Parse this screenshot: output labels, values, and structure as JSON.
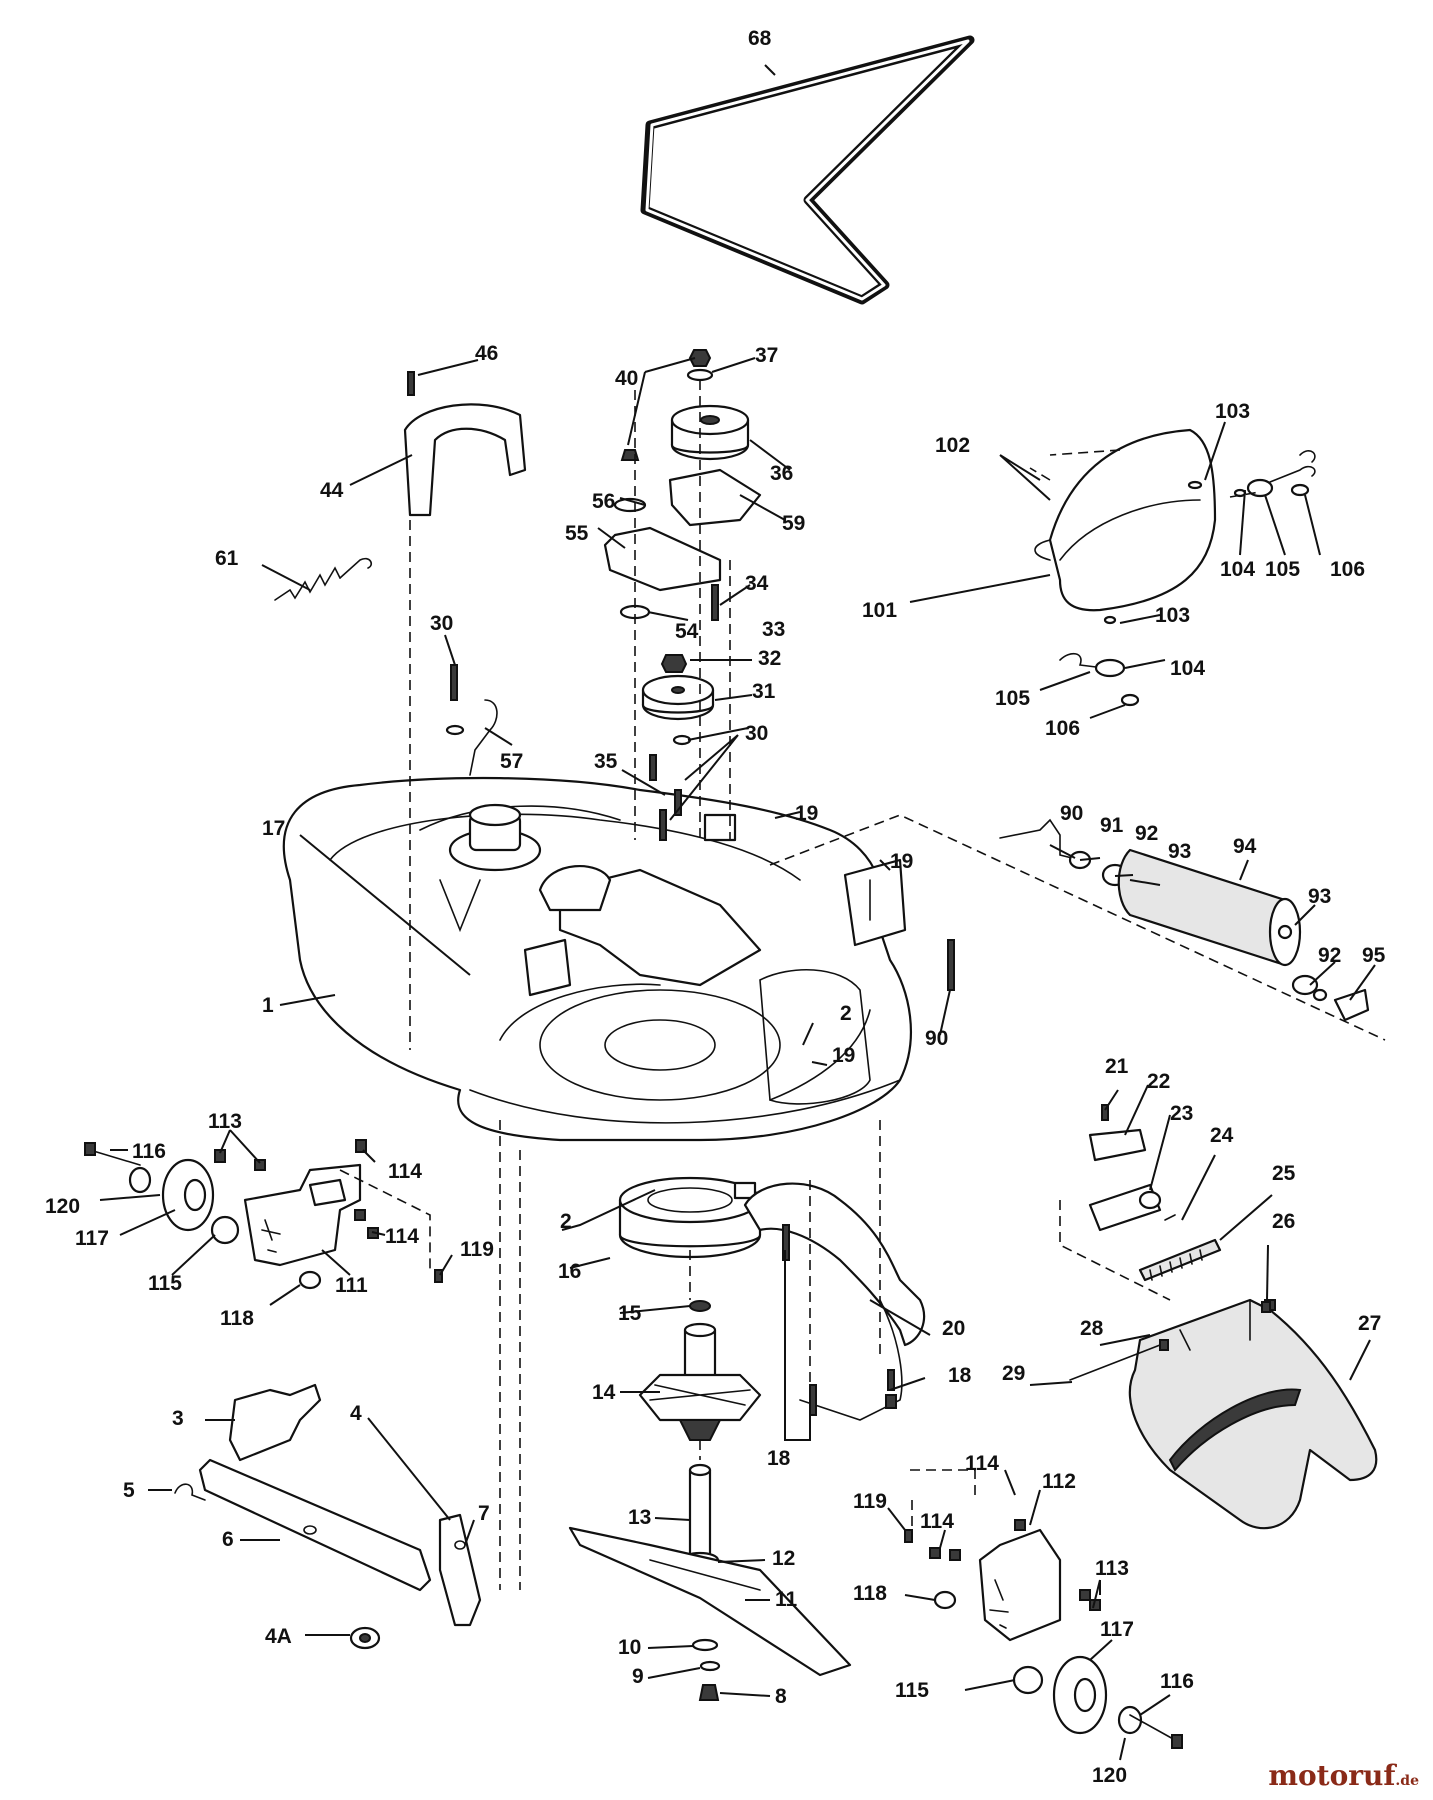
{
  "diagram": {
    "callouts": [
      "68",
      "46",
      "40",
      "37",
      "36",
      "59",
      "56",
      "55",
      "34",
      "54",
      "33",
      "32",
      "31",
      "30",
      "35",
      "102",
      "103",
      "101",
      "104",
      "105",
      "106",
      "44",
      "61",
      "57",
      "17",
      "19",
      "90",
      "91",
      "92",
      "93",
      "94",
      "95",
      "1",
      "2",
      "21",
      "22",
      "23",
      "24",
      "25",
      "26",
      "113",
      "116",
      "114",
      "120",
      "117",
      "119",
      "115",
      "111",
      "118",
      "16",
      "15",
      "14",
      "20",
      "18",
      "27",
      "28",
      "29",
      "3",
      "4",
      "5",
      "6",
      "7",
      "4A",
      "13",
      "12",
      "11",
      "10",
      "9",
      "8",
      "112"
    ]
  },
  "watermark": {
    "brand": "motoruf",
    "tld": ".de"
  },
  "colors": {
    "ink": "#111111",
    "paper": "#ffffff",
    "watermark": "#8a2a18"
  }
}
